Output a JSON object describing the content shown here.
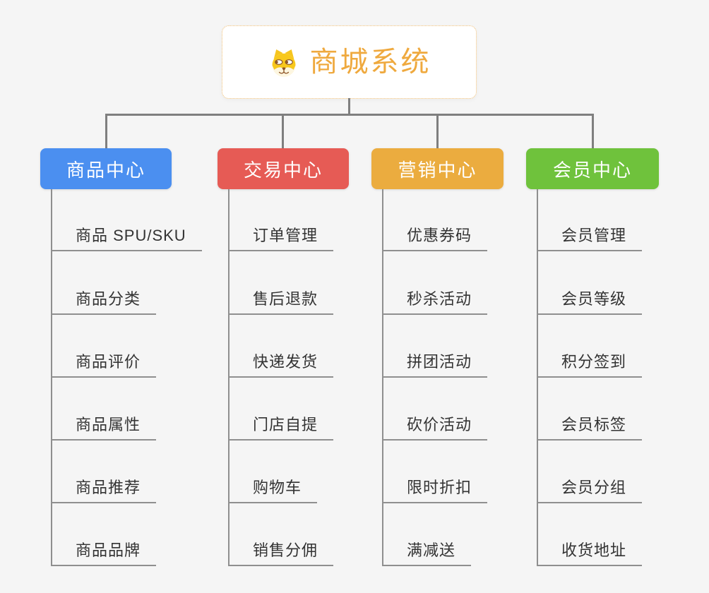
{
  "root": {
    "title": "商城系统",
    "icon": "shiba-dog-icon",
    "title_color": "#efa93e",
    "border_color": "#f0be72"
  },
  "connector_color": "#7f7f7f",
  "line_color": "#8f8f8f",
  "background_color": "#f5f5f5",
  "branches": [
    {
      "label": "商品中心",
      "color": "#4b8ff0",
      "children": [
        "商品 SPU/SKU",
        "商品分类",
        "商品评价",
        "商品属性",
        "商品推荐",
        "商品品牌"
      ]
    },
    {
      "label": "交易中心",
      "color": "#e65b55",
      "children": [
        "订单管理",
        "售后退款",
        "快递发货",
        "门店自提",
        "购物车",
        "销售分佣"
      ]
    },
    {
      "label": "营销中心",
      "color": "#ebac3f",
      "children": [
        "优惠券码",
        "秒杀活动",
        "拼团活动",
        "砍价活动",
        "限时折扣",
        "满减送"
      ]
    },
    {
      "label": "会员中心",
      "color": "#6fc23c",
      "children": [
        "会员管理",
        "会员等级",
        "积分签到",
        "会员标签",
        "会员分组",
        "收货地址"
      ]
    }
  ]
}
